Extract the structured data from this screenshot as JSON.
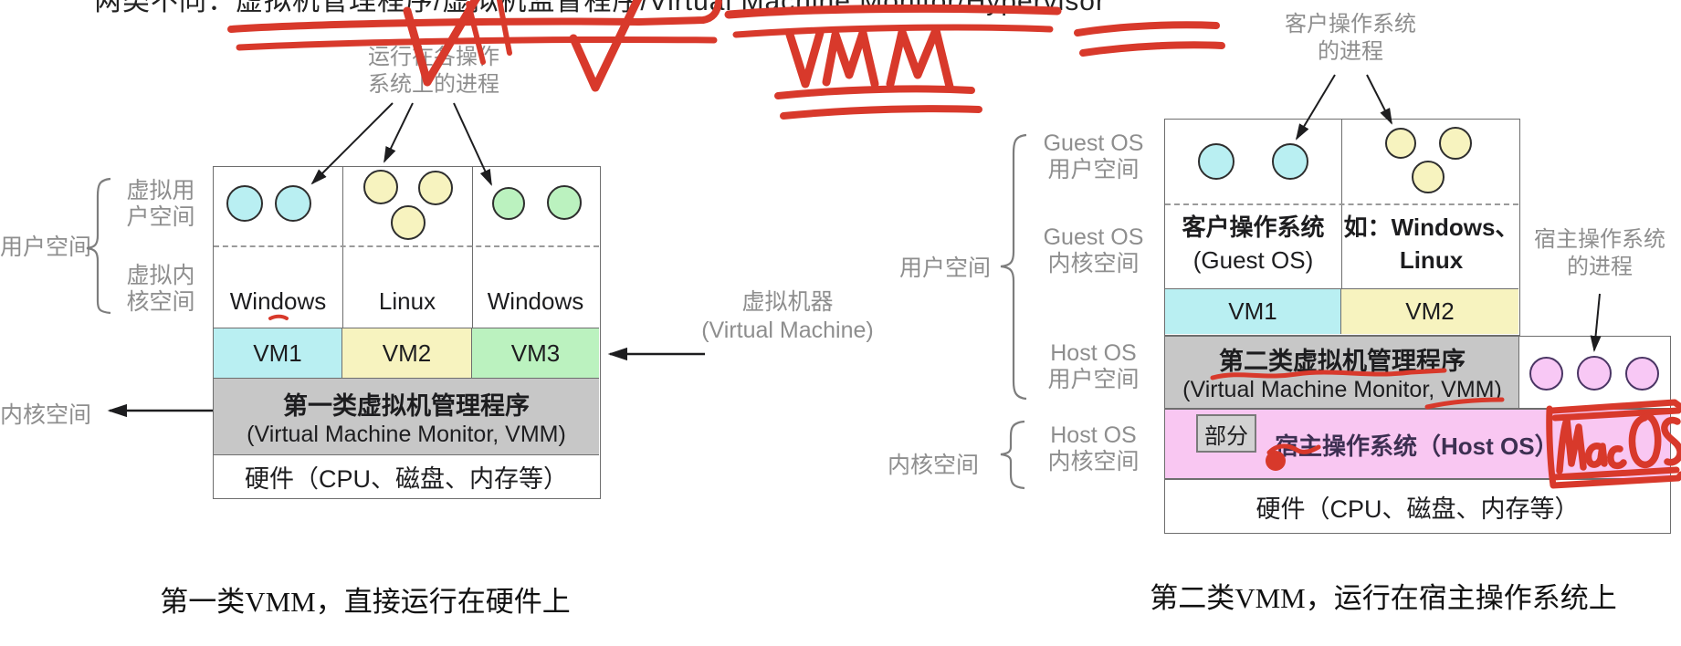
{
  "title_band": {
    "clipped_text": "两类不同：虚拟机管理程序/虚拟机监督程序/Virtual Machine Monitor/Hypervisor",
    "handwriting_vmm": "VMM"
  },
  "left_diagram": {
    "top_annotation": {
      "line1": "运行在各操作",
      "line2": "系统上的进程"
    },
    "labels": {
      "user_space": "用户空间",
      "virtual_user_line1": "虚拟用",
      "virtual_user_line2": "户空间",
      "virtual_kernel_line1": "虚拟内",
      "virtual_kernel_line2": "核空间",
      "kernel_space": "内核空间"
    },
    "columns": [
      {
        "os": "Windows",
        "vm": "VM1",
        "processes": 2,
        "process_color": "cyan"
      },
      {
        "os": "Linux",
        "vm": "VM2",
        "processes": 3,
        "process_color": "yellow"
      },
      {
        "os": "Windows",
        "vm": "VM3",
        "processes": 2,
        "process_color": "green"
      }
    ],
    "vmm_row": {
      "line1": "第一类虚拟机管理程序",
      "line2": "(Virtual Machine Monitor, VMM)"
    },
    "hardware_row": "硬件（CPU、磁盘、内存等）",
    "vm_annotation": {
      "line1": "虚拟机器",
      "line2": "(Virtual Machine)"
    },
    "caption": "第一类VMM，直接运行在硬件上"
  },
  "right_diagram": {
    "top_annotation": {
      "line1": "客户操作系统",
      "line2": "的进程"
    },
    "host_annotation": {
      "line1": "宿主操作系统",
      "line2": "的进程"
    },
    "labels": {
      "user_space": "用户空间",
      "kernel_space": "内核空间",
      "guest_user_line1": "Guest OS",
      "guest_user_line2": "用户空间",
      "guest_kernel_line1": "Guest OS",
      "guest_kernel_line2": "内核空间",
      "host_user_line1": "Host OS",
      "host_user_line2": "用户空间",
      "host_kernel_line1": "Host OS",
      "host_kernel_line2": "内核空间"
    },
    "guest_col": {
      "label_line1": "客户操作系统",
      "label_line2": "(Guest OS)",
      "vm": "VM1",
      "processes": 2
    },
    "examples_col": {
      "label_line1": "如：Windows、",
      "label_line2": "Linux",
      "vm": "VM2",
      "processes": 3
    },
    "vmm_row": {
      "line1": "第二类虚拟机管理程序",
      "line2": "(Virtual Machine Monitor, VMM)"
    },
    "host_row": {
      "partial_badge": "部分",
      "label": "宿主操作系统（Host OS）"
    },
    "host_processes": 3,
    "hardware_row": "硬件（CPU、磁盘、内存等）",
    "handwriting_macos": "MacOS",
    "caption": "第二类VMM，运行在宿主操作系统上"
  },
  "colors": {
    "cyan": "#b9eff2",
    "yellow": "#f7f3bf",
    "green": "#bbf2bf",
    "pink_row": "#f9c7f2",
    "pink_circle": "#f8c8f5",
    "gray_row": "#c7c7c7",
    "red_ink": "#d8392b",
    "label_gray": "#8e8e8e"
  }
}
